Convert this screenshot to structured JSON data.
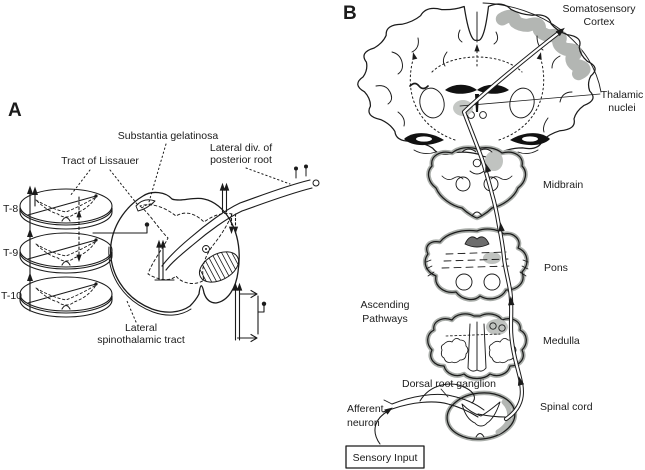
{
  "figure": {
    "colors": {
      "background": "#ffffff",
      "line": "#1b1b1b",
      "shade": "#b3b6b3"
    },
    "panel_a": {
      "letter": "A",
      "segment_labels": [
        "T-8",
        "T-9",
        "T-10"
      ],
      "labels": {
        "substantia_gelatinosa": "Substantia gelatinosa",
        "tract_of_lissauer": "Tract of Lissauer",
        "lateral_div_line1": "Lateral div. of",
        "lateral_div_line2": "posterior root",
        "lateral_spinothalamic_line1": "Lateral",
        "lateral_spinothalamic_line2": "spinothalamic tract"
      }
    },
    "panel_b": {
      "letter": "B",
      "labels": {
        "somatosensory_line1": "Somatosensory",
        "somatosensory_line2": "Cortex",
        "thalamic_line1": "Thalamic",
        "thalamic_line2": "nuclei",
        "midbrain": "Midbrain",
        "pons": "Pons",
        "ascending_line1": "Ascending",
        "ascending_line2": "Pathways",
        "medulla": "Medulla",
        "dorsal_root_ganglion": "Dorsal root ganglion",
        "afferent_line1": "Afferent",
        "afferent_line2": "neuron",
        "spinal_cord": "Spinal cord",
        "sensory_input": "Sensory Input"
      }
    }
  }
}
